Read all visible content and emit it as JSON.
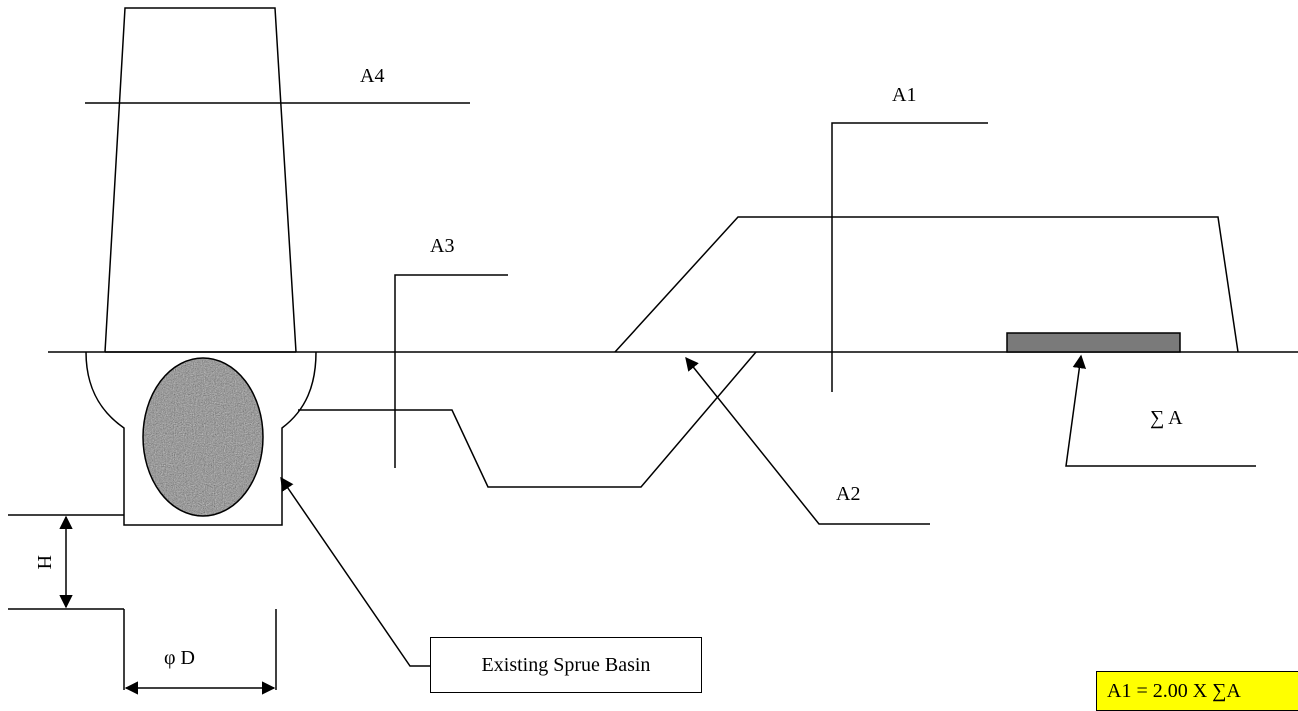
{
  "labels": {
    "a4": "A4",
    "a3": "A3",
    "a1": "A1",
    "a2": "A2",
    "sum_a": "∑ A",
    "h": "H",
    "phi_d": "φ D"
  },
  "callout": {
    "text": "Existing Sprue Basin"
  },
  "formula": {
    "text": "A1 = 2.00 X ∑A"
  },
  "colors": {
    "stone": "#8a8a8a",
    "bar": "#7a7a7a",
    "formula_bg": "#ffff00"
  }
}
